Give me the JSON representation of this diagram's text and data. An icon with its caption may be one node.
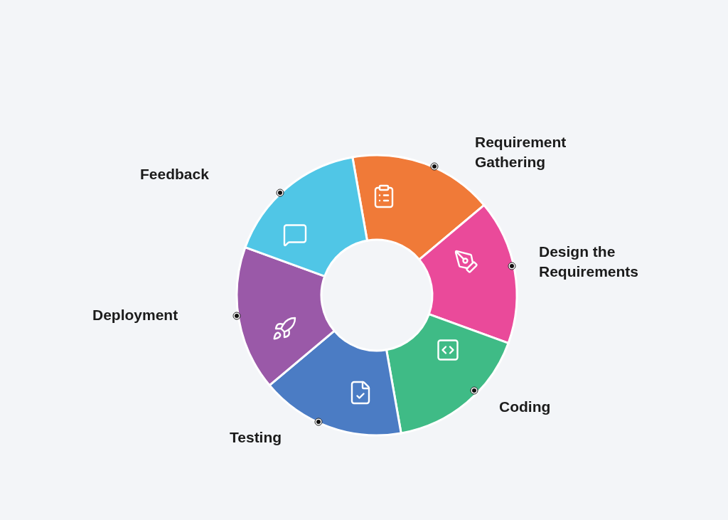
{
  "diagram": {
    "nodes": [
      {
        "text": [
          "Requirement Gathering"
        ]
      },
      {
        "text": [
          "Design the Requirements"
        ]
      },
      {
        "text": [
          "Coding"
        ]
      },
      {
        "text": [
          "Testing"
        ]
      },
      {
        "text": [
          "Deployment"
        ]
      },
      {
        "text": [
          "Feedback"
        ]
      }
    ]
  }
}
